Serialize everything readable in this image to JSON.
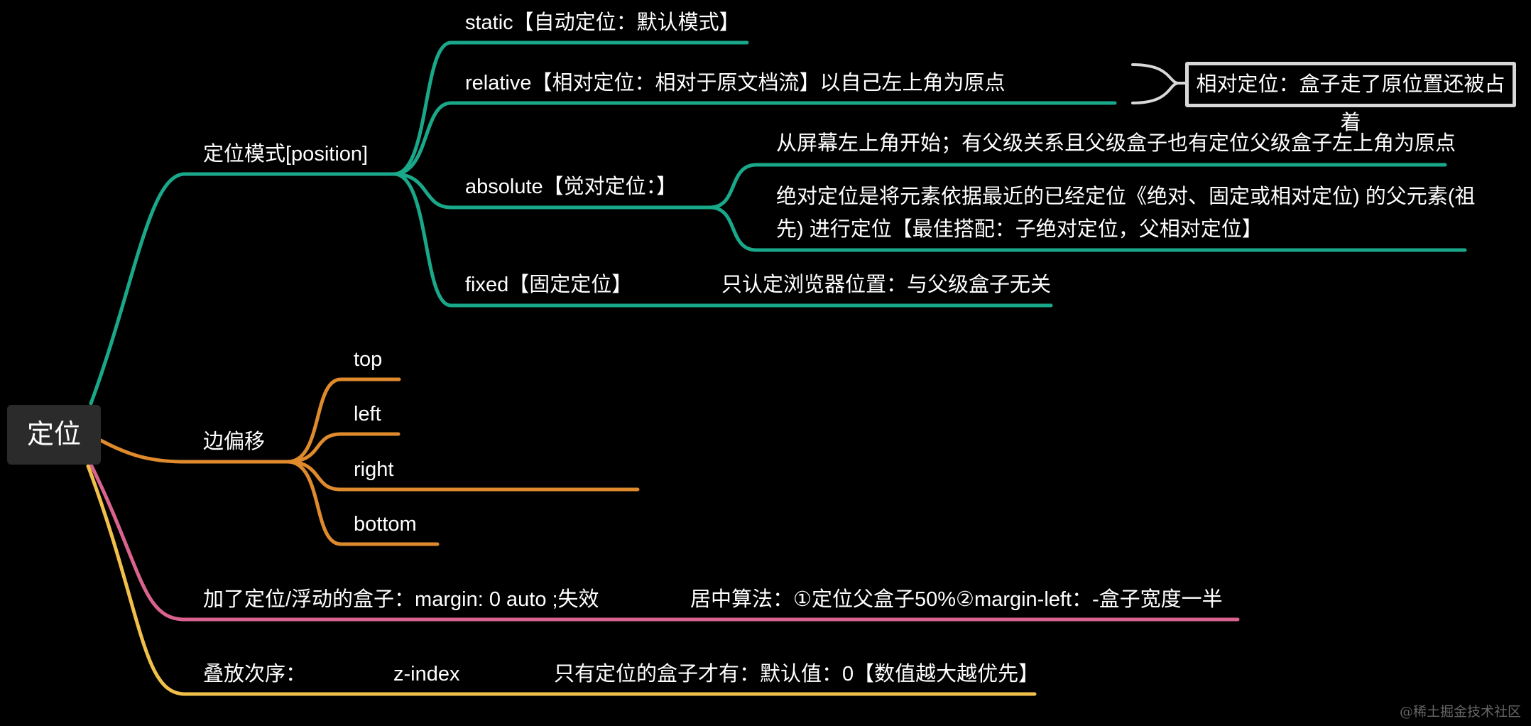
{
  "root": {
    "label": "定位"
  },
  "colors": {
    "position": "#1aa88a",
    "offset": "#df8a2c",
    "margin": "#d9638e",
    "zindex": "#f0c04a",
    "box_border": "#d8d8d8"
  },
  "position": {
    "label": "定位模式[position]",
    "static": "static【自动定位：默认模式】",
    "relative": {
      "label": "relative【相对定位：相对于原文档流】以自己左上角为原点",
      "summary": "相对定位：盒子走了原位置还被占着"
    },
    "absolute": {
      "label": "absolute【觉对定位：】",
      "note1": "从屏幕左上角开始；有父级关系且父级盒子也有定位父级盒子左上角为原点",
      "note2_line1": "绝对定位是将元素依据最近的已经定位《绝对、固定或相对定位) 的父元素(祖",
      "note2_line2": "先) 进行定位【最佳搭配：子绝对定位，父相对定位】"
    },
    "fixed": {
      "label": "fixed【固定定位】",
      "note": "只认定浏览器位置：与父级盒子无关"
    }
  },
  "offset": {
    "label": "边偏移",
    "items": [
      "top",
      "left",
      "right",
      "bottom"
    ]
  },
  "margin": {
    "label": "加了定位/浮动的盒子：margin: 0 auto ;失效",
    "note": "居中算法：①定位父盒子50%②margin-left：-盒子宽度一半"
  },
  "zindex": {
    "label": "叠放次序：",
    "prop": "z-index",
    "note": "只有定位的盒子才有：默认值：0【数值越大越优先】"
  },
  "watermark": "@稀土掘金技术社区"
}
